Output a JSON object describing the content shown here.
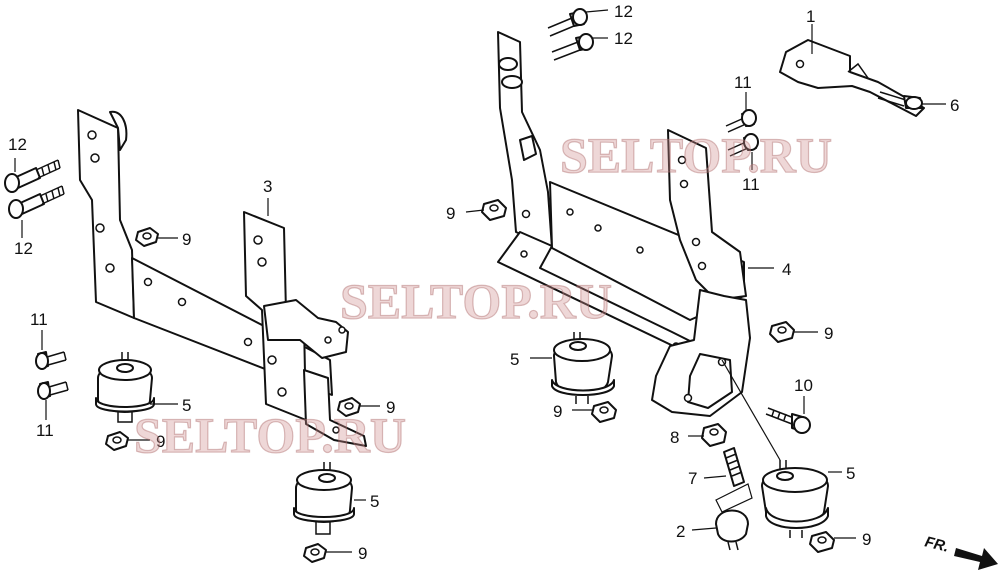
{
  "watermark": "SELTOP.RU",
  "direction_label": "FR.",
  "callouts": {
    "c1": "1",
    "c2": "2",
    "c3": "3",
    "c4": "4",
    "c5": "5",
    "c6": "6",
    "c7": "7",
    "c8": "8",
    "c9": "9",
    "c10": "10",
    "c11": "11",
    "c12": "12"
  }
}
